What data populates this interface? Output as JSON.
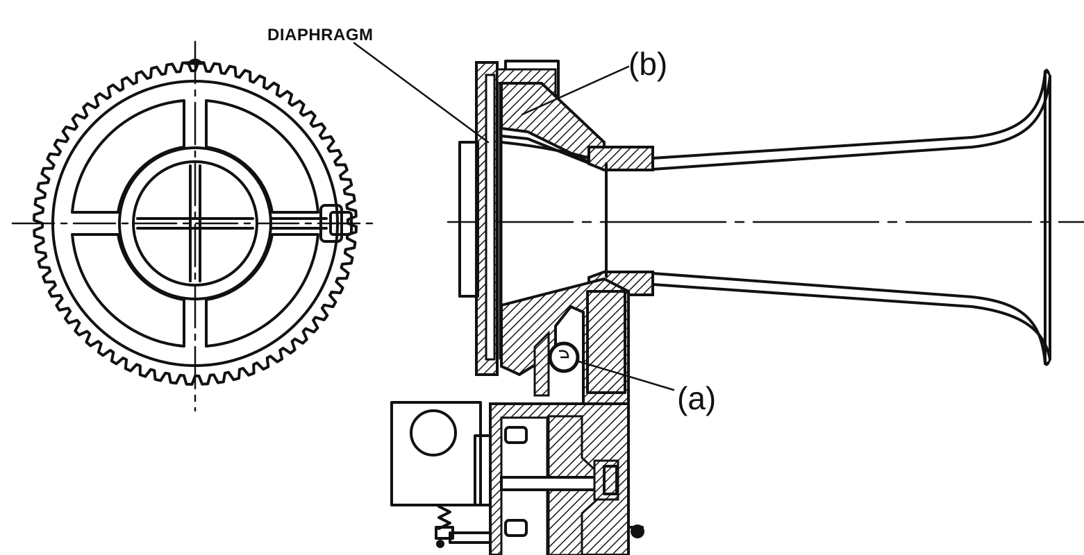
{
  "labels": {
    "diaphragm": "DIAPHRAGM",
    "b": "(b)",
    "a": "(a)"
  },
  "colors": {
    "ink": "#111111",
    "paper": "#ffffff"
  }
}
